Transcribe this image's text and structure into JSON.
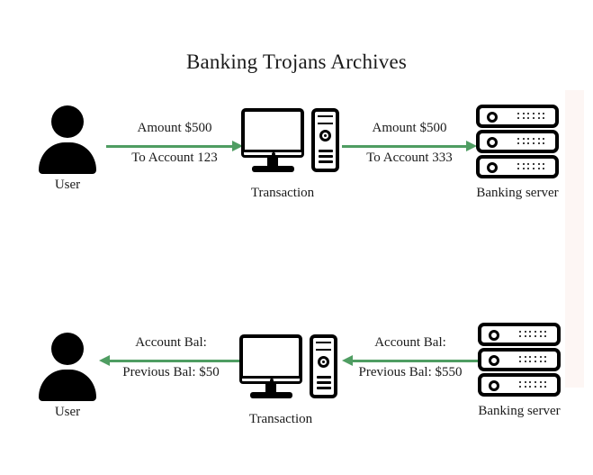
{
  "page": {
    "title": "Banking Trojans Archives",
    "background_color": "#ffffff",
    "accent_color": "#4f9d62",
    "band_color": "#fdf6f4"
  },
  "diagram": {
    "rows": [
      {
        "id": "legitimate-transaction-flow",
        "direction": "left-to-right",
        "nodes": [
          {
            "id": "user",
            "icon": "user-icon",
            "label": "User"
          },
          {
            "id": "transaction",
            "icon": "computer-icon",
            "label": "Transaction"
          },
          {
            "id": "banking-server",
            "icon": "server-icon",
            "label": "Banking server"
          }
        ],
        "arrows": [
          {
            "id": "user-to-transaction",
            "line_top": "Amount $500",
            "line_bottom": "To Account 123"
          },
          {
            "id": "transaction-to-server",
            "line_top": "Amount $500",
            "line_bottom": "To Account 333"
          }
        ]
      },
      {
        "id": "balance-response-flow",
        "direction": "right-to-left",
        "nodes": [
          {
            "id": "user",
            "icon": "user-icon",
            "label": "User"
          },
          {
            "id": "transaction",
            "icon": "computer-icon",
            "label": "Transaction"
          },
          {
            "id": "banking-server",
            "icon": "server-icon",
            "label": "Banking server"
          }
        ],
        "arrows": [
          {
            "id": "transaction-to-user",
            "line_top": "Account Bal:",
            "line_bottom": "Previous Bal: $50"
          },
          {
            "id": "server-to-transaction",
            "line_top": "Account Bal:",
            "line_bottom": "Previous Bal: $550"
          }
        ]
      }
    ]
  }
}
